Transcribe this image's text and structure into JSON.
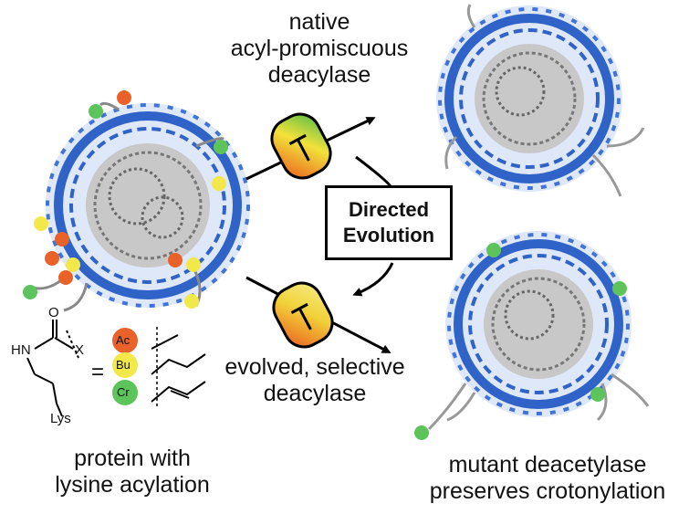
{
  "labels": {
    "native_line1": "native",
    "native_line2": "acyl-promiscuous",
    "native_line3": "deacylase",
    "directed_line1": "Directed",
    "directed_line2": "Evolution",
    "evolved_line1": "evolved, selective",
    "evolved_line2": "deacylase",
    "protein_line1": "protein with",
    "protein_line2": "lysine acylation",
    "mutant_line1": "mutant deacetylase",
    "mutant_line2": "preserves crotonylation"
  },
  "chem": {
    "O": "O",
    "HN": "HN",
    "X": "X",
    "equals": "=",
    "Lys": "Lys",
    "Ac": "Ac",
    "Bu": "Bu",
    "Cr": "Cr"
  },
  "colors": {
    "acetyl": "#e8622a",
    "butyryl": "#f3e84a",
    "crotonyl": "#5cc45a",
    "dna": "#2f63c8",
    "protein": "#8a8a8a"
  }
}
